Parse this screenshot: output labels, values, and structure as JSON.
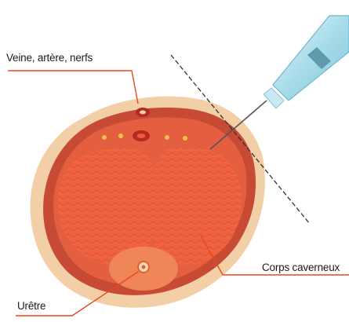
{
  "diagram": {
    "labels": {
      "vessels_nerves": "Veine, artère, nerfs",
      "corpora": "Corps caverneux",
      "urethra": "Urêtre"
    },
    "icons": [
      "syringe-icon"
    ],
    "colors": {
      "skin": "#f2cfa6",
      "tunica": "#c64a34",
      "body": "#ee5a3a",
      "leader": "#e8481e",
      "needle_glass": "#a9dcea"
    }
  }
}
